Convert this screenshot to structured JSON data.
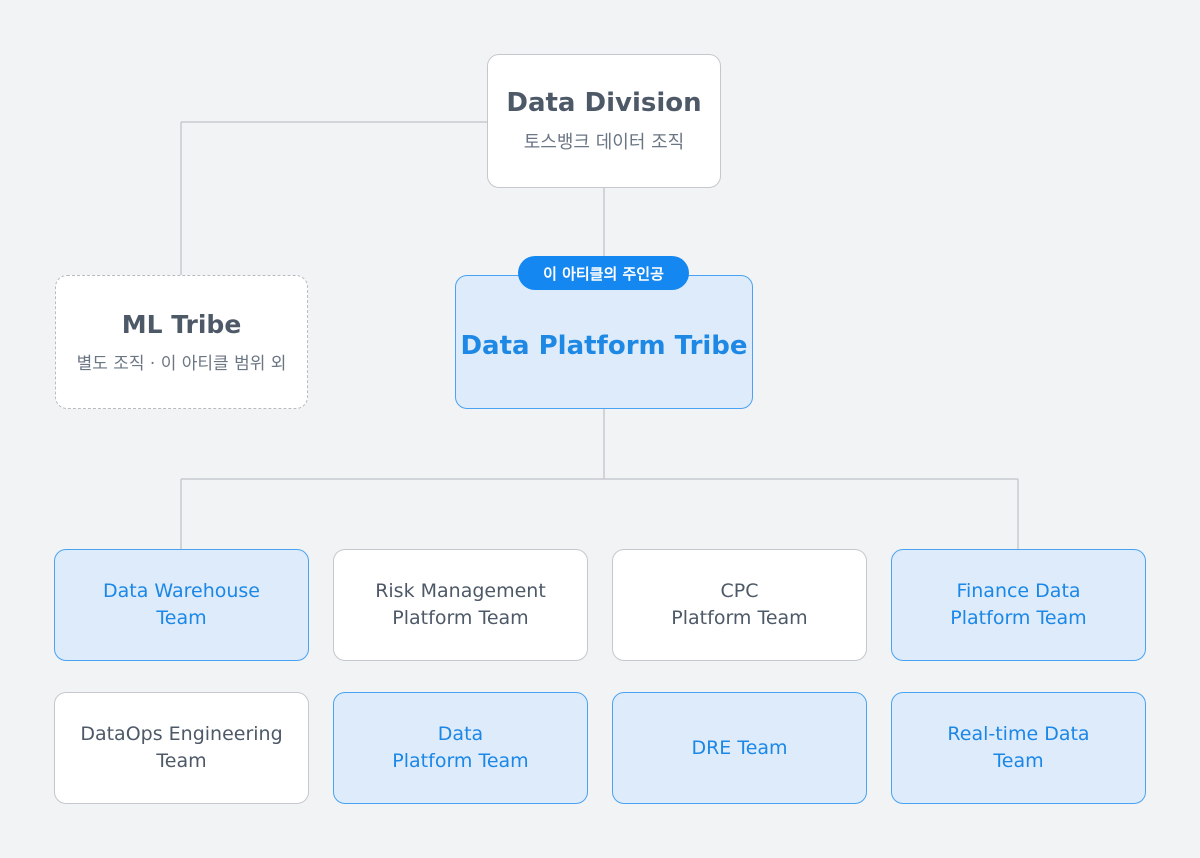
{
  "top": {
    "title": "Data Division",
    "subtitle": "토스뱅크 데이터 조직"
  },
  "ml_tribe": {
    "title": "ML Tribe",
    "subtitle": "별도 조직 · 이 아티클 범위 외"
  },
  "platform_tribe": {
    "badge": "이 아티클의 주인공",
    "title": "Data Platform Tribe"
  },
  "teams": [
    {
      "label": "Data Warehouse\nTeam",
      "highlighted": true
    },
    {
      "label": "Risk Management\nPlatform Team",
      "highlighted": false
    },
    {
      "label": "CPC\nPlatform Team",
      "highlighted": false
    },
    {
      "label": "Finance Data\nPlatform Team",
      "highlighted": true
    },
    {
      "label": "DataOps Engineering\nTeam",
      "highlighted": false
    },
    {
      "label": "Data\nPlatform Team",
      "highlighted": true
    },
    {
      "label": "DRE Team",
      "highlighted": true
    },
    {
      "label": "Real-time Data\nTeam",
      "highlighted": true
    }
  ],
  "colors": {
    "background": "#f2f3f5",
    "connector": "#c6cad0",
    "highlight_fill": "#ddebfb",
    "highlight_border": "#4aa3f2",
    "accent": "#1487f0",
    "text_dark": "#4e5968"
  }
}
